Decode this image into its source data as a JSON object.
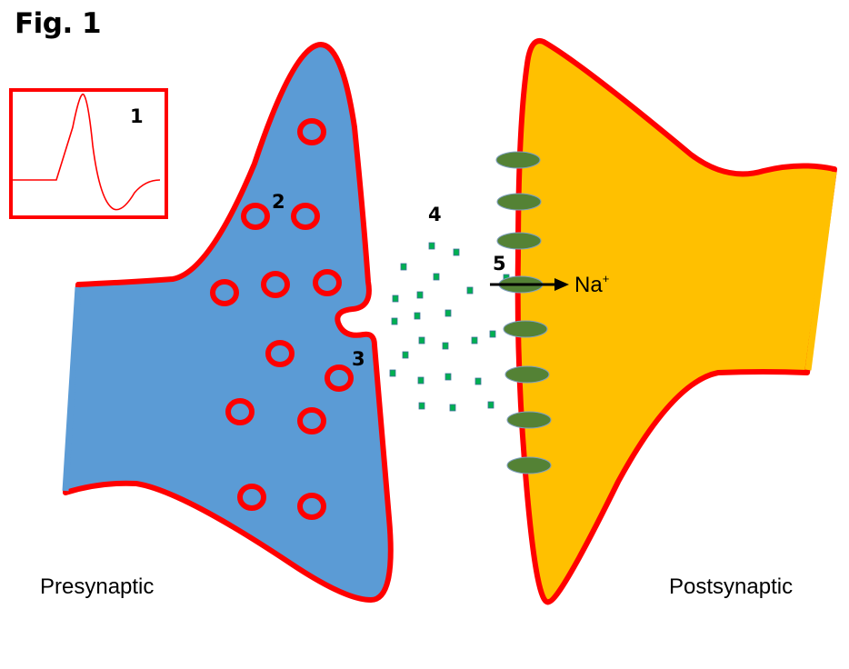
{
  "figure": {
    "title": "Fig. 1",
    "labels": {
      "action_potential": "1",
      "vesicles": "2",
      "exocytosis": "3",
      "neurotransmitter": "4",
      "ion_channel": "5"
    },
    "ion": {
      "symbol": "Na",
      "charge": "+"
    },
    "presynaptic_label": "Presynaptic",
    "postsynaptic_label": "Postsynaptic"
  },
  "colors": {
    "membrane": "#ff0000",
    "presynaptic_fill": "#5b9bd5",
    "postsynaptic_fill": "#ffc000",
    "receptor_fill": "#548235",
    "receptor_stroke": "#7f9fbf",
    "neurotransmitter_fill": "#00b050",
    "neurotransmitter_stroke": "#41719c",
    "vesicle_stroke": "#ff0000",
    "vesicle_fill": "#5b9bd5",
    "arrow": "#000000"
  },
  "counts": {
    "vesicles": 12,
    "receptors": 8,
    "neurotransmitter_molecules": 23
  }
}
